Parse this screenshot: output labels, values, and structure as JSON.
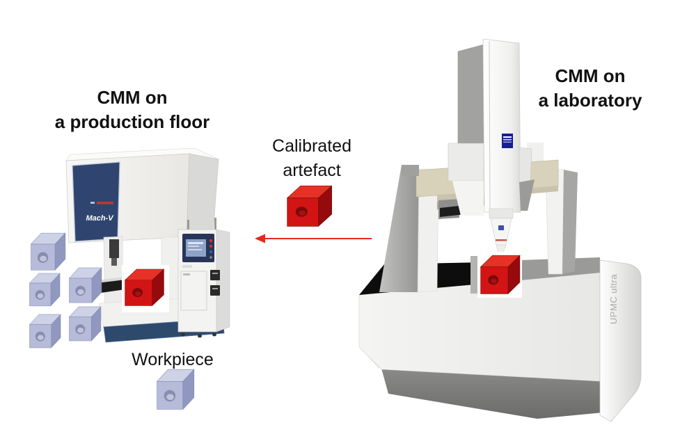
{
  "figure": {
    "labels": {
      "production": {
        "line1": "CMM on",
        "line2": "a production floor"
      },
      "laboratory": {
        "line1": "CMM on",
        "line2": "a laboratory"
      },
      "artefact": {
        "line1": "Calibrated",
        "line2": "artefact"
      },
      "workpiece": "Workpiece"
    },
    "machines": {
      "production_cmm": {
        "brand": "Mach-V"
      },
      "laboratory_cmm": {
        "model": "UPMC ultra",
        "logo": "zeiss-logo"
      }
    },
    "objects": {
      "workpiece_cube_count": 6,
      "calibrated_artefact_count": 3
    },
    "colors": {
      "artefact_red": "#d31414",
      "artefact_red_top": "#e63226",
      "artefact_red_side": "#96090c",
      "arrow_red": "#e62820",
      "workpiece_front": "#b5bbd8",
      "workpiece_top": "#cdd2e6",
      "workpiece_side": "#9098c0",
      "panel_blue": "#2f4570",
      "base_band_blue": "#2d4a6d",
      "bridge_beige": "#d8d2ba",
      "granite_black": "#0d0d0d"
    }
  }
}
